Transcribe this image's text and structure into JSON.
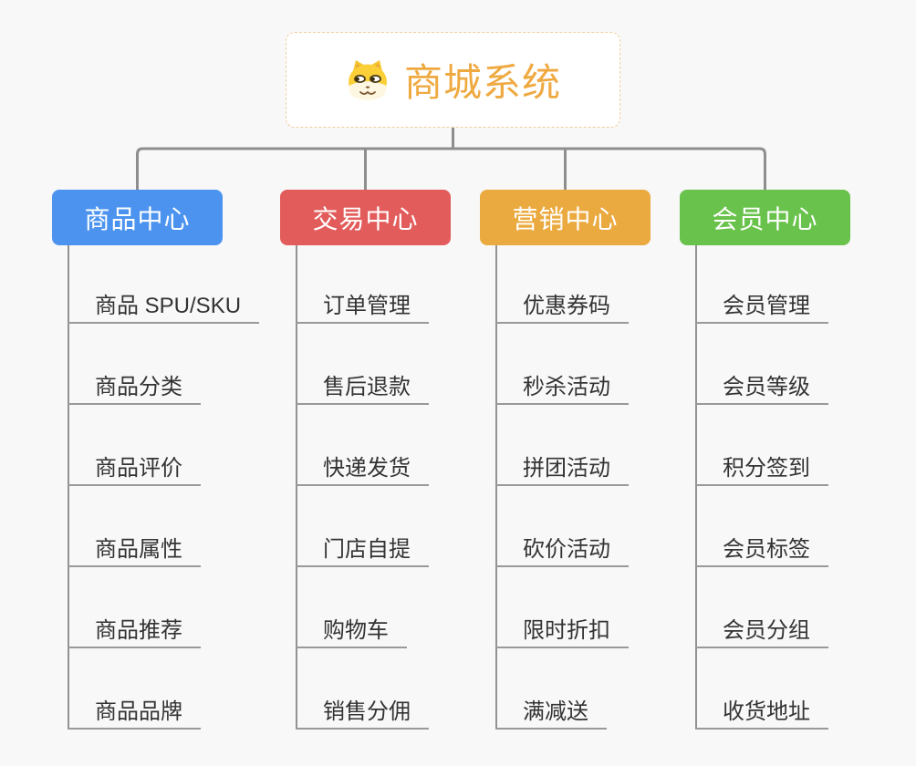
{
  "root": {
    "title": "商城系统",
    "icon": "dog-face-icon"
  },
  "branches": [
    {
      "label": "商品中心",
      "color": "#4B93EF",
      "items": [
        "商品 SPU/SKU",
        "商品分类",
        "商品评价",
        "商品属性",
        "商品推荐",
        "商品品牌"
      ]
    },
    {
      "label": "交易中心",
      "color": "#E35C5C",
      "items": [
        "订单管理",
        "售后退款",
        "快递发货",
        "门店自提",
        "购物车",
        "销售分佣"
      ]
    },
    {
      "label": "营销中心",
      "color": "#EBAA3F",
      "items": [
        "优惠券码",
        "秒杀活动",
        "拼团活动",
        "砍价活动",
        "限时折扣",
        "满减送"
      ]
    },
    {
      "label": "会员中心",
      "color": "#69C24B",
      "items": [
        "会员管理",
        "会员等级",
        "积分签到",
        "会员标签",
        "会员分组",
        "收货地址"
      ]
    }
  ],
  "colors": {
    "canvas_background": "#F8F8F8",
    "connector_line": "#8E8E8E",
    "item_underline": "#98999B",
    "item_text": "#333333",
    "root_title_text": "#EFA941",
    "root_border": "#F0CE9B",
    "root_background": "#FFFFFF"
  }
}
